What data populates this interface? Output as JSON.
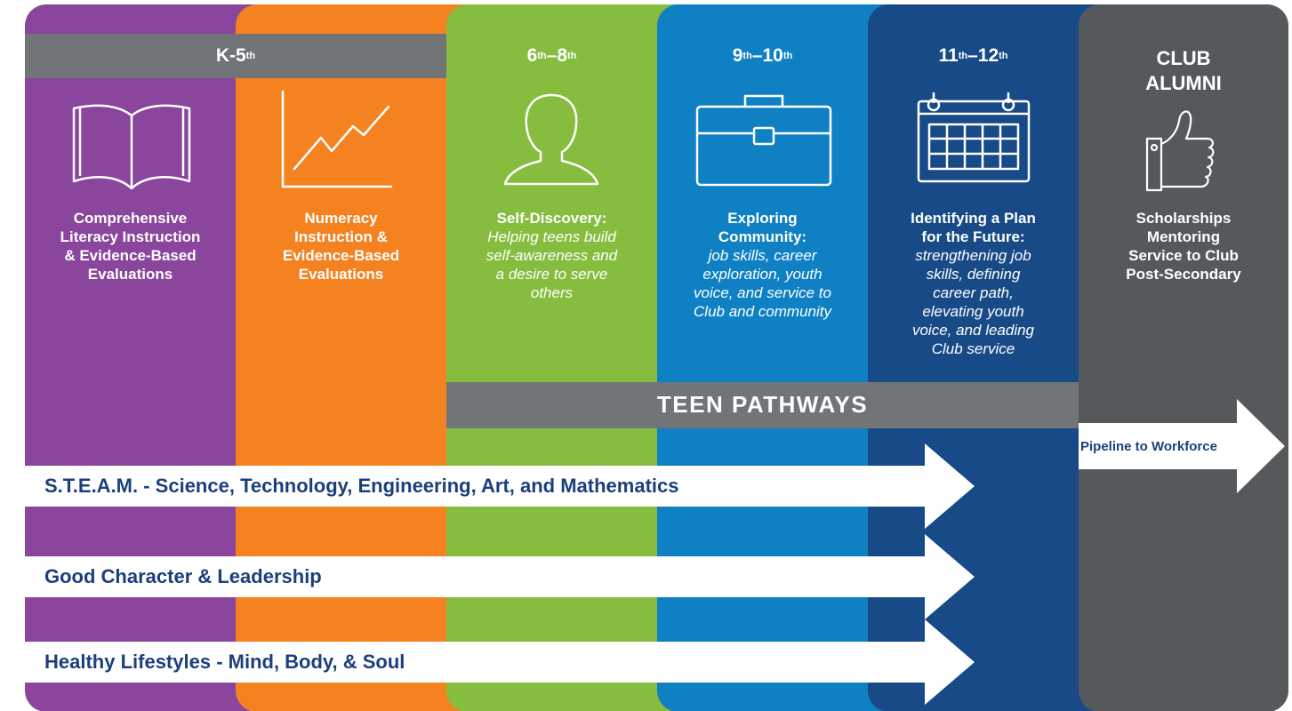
{
  "colors": {
    "purple": "#8a469d",
    "orange": "#f58220",
    "green": "#86bd3f",
    "light_blue": "#0e80c3",
    "dark_blue": "#174a86",
    "gray": "#55595c",
    "bar_gray": "#717578",
    "arrow_text": "#1c3f7c"
  },
  "headers": {
    "k5": {
      "main": "K-5",
      "sup": "th"
    },
    "g68": {
      "a": "6",
      "a_sup": "th",
      "dash": "–",
      "b": "8",
      "b_sup": "th"
    },
    "g910": {
      "a": "9",
      "a_sup": "th",
      "dash": "–",
      "b": "10",
      "b_sup": "th"
    },
    "g1112": {
      "a": "11",
      "a_sup": "th",
      "dash": "–",
      "b": "12",
      "b_sup": "th"
    },
    "alumni": {
      "line1": "CLUB",
      "line2": "ALUMNI"
    }
  },
  "columns": {
    "literacy": {
      "icon": "book-icon",
      "lines": [
        "Comprehensive",
        "Literacy Instruction",
        "& Evidence-Based",
        "Evaluations"
      ]
    },
    "numeracy": {
      "icon": "line-chart-icon",
      "lines": [
        "Numeracy",
        "Instruction &",
        "Evidence-Based",
        "Evaluations"
      ]
    },
    "self_discovery": {
      "icon": "person-icon",
      "title": "Self-Discovery:",
      "italic": [
        "Helping teens build",
        "self-awareness and",
        "a desire to serve",
        "others"
      ]
    },
    "community": {
      "icon": "briefcase-icon",
      "title": [
        "Exploring",
        "Community:"
      ],
      "italic": [
        "job skills, career",
        "exploration, youth",
        "voice, and service to",
        "Club and community"
      ]
    },
    "future": {
      "icon": "calendar-icon",
      "title": [
        "Identifying a Plan",
        "for the Future:"
      ],
      "italic": [
        "strengthening job",
        "skills, defining",
        "career path,",
        "elevating youth",
        "voice, and leading",
        "Club service"
      ]
    },
    "alumni": {
      "icon": "thumbs-up-icon",
      "lines": [
        "Scholarships",
        "Mentoring",
        "Service to Club",
        "Post-Secondary"
      ]
    }
  },
  "teen_pathways": "TEEN PATHWAYS",
  "pipeline": "Pipeline to Workforce",
  "arrows": [
    "S.T.E.A.M. - Science, Technology, Engineering, Art, and Mathematics",
    "Good Character & Leadership",
    "Healthy Lifestyles - Mind, Body, & Soul"
  ]
}
